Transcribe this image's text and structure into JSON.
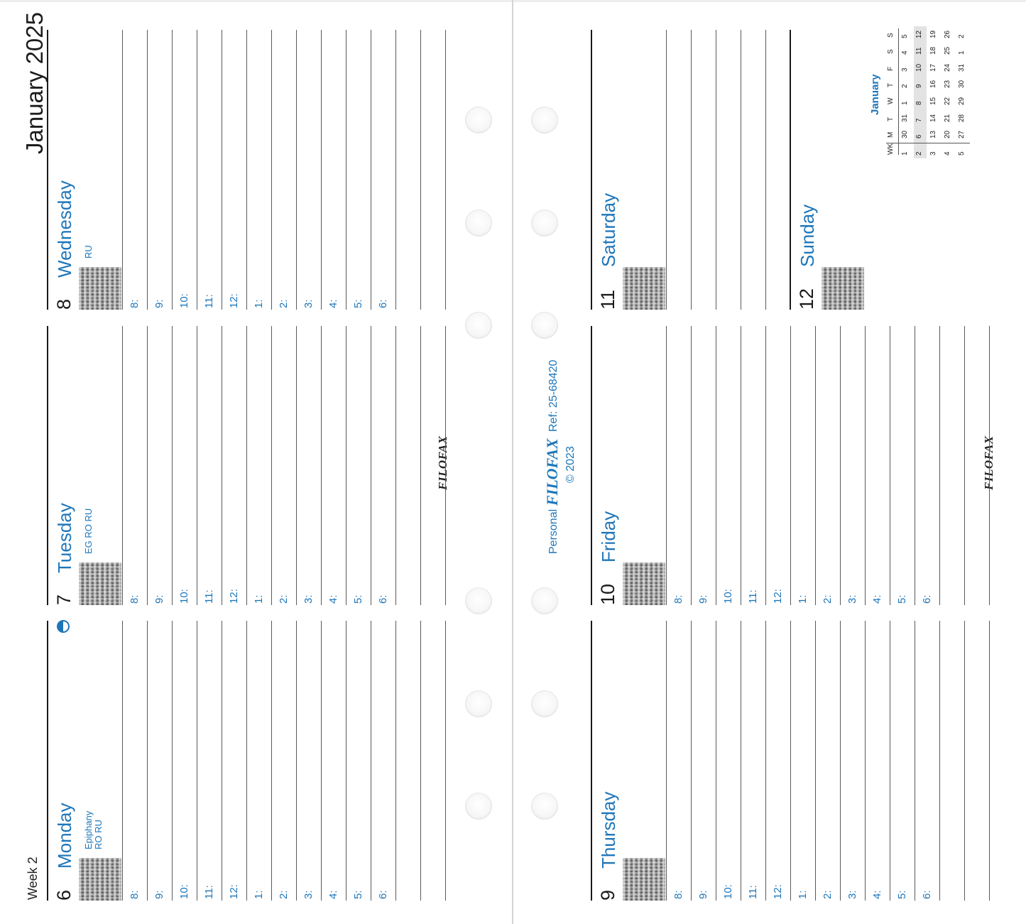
{
  "header": {
    "month_year": "January 2025",
    "week": "Week 2"
  },
  "days": [
    {
      "num": "6",
      "name": "Monday",
      "notes": [
        "Epiphany",
        "RO  RU"
      ]
    },
    {
      "num": "7",
      "name": "Tuesday",
      "notes": [
        "EG  RO  RU"
      ]
    },
    {
      "num": "8",
      "name": "Wednesday",
      "notes": [
        "RU"
      ]
    },
    {
      "num": "9",
      "name": "Thursday",
      "notes": []
    },
    {
      "num": "10",
      "name": "Friday",
      "notes": []
    },
    {
      "num": "11",
      "name": "Saturday",
      "notes": []
    },
    {
      "num": "12",
      "name": "Sunday",
      "notes": []
    }
  ],
  "hours": [
    "8:",
    "9:",
    "10:",
    "11:",
    "12:",
    "1:",
    "2:",
    "3:",
    "4:",
    "5:",
    "6:"
  ],
  "logo": "FILOFAX",
  "footer": {
    "size": "Personal",
    "brand": "FILOFAX",
    "ref": "Ref: 25-68420",
    "copyright": "© 2023"
  },
  "mini_calendar": {
    "title": "January",
    "headers": [
      "WK",
      "M",
      "T",
      "W",
      "T",
      "F",
      "S",
      "S"
    ],
    "rows": [
      [
        "1",
        "30",
        "31",
        "1",
        "2",
        "3",
        "4",
        "5"
      ],
      [
        "2",
        "6",
        "7",
        "8",
        "9",
        "10",
        "11",
        "12"
      ],
      [
        "3",
        "13",
        "14",
        "15",
        "16",
        "17",
        "18",
        "19"
      ],
      [
        "4",
        "20",
        "21",
        "22",
        "23",
        "24",
        "25",
        "26"
      ],
      [
        "5",
        "27",
        "28",
        "29",
        "30",
        "31",
        "1",
        "2"
      ]
    ],
    "highlight_row": 1
  },
  "colors": {
    "accent": "#1e76b9",
    "ink": "#1c1c1c"
  }
}
